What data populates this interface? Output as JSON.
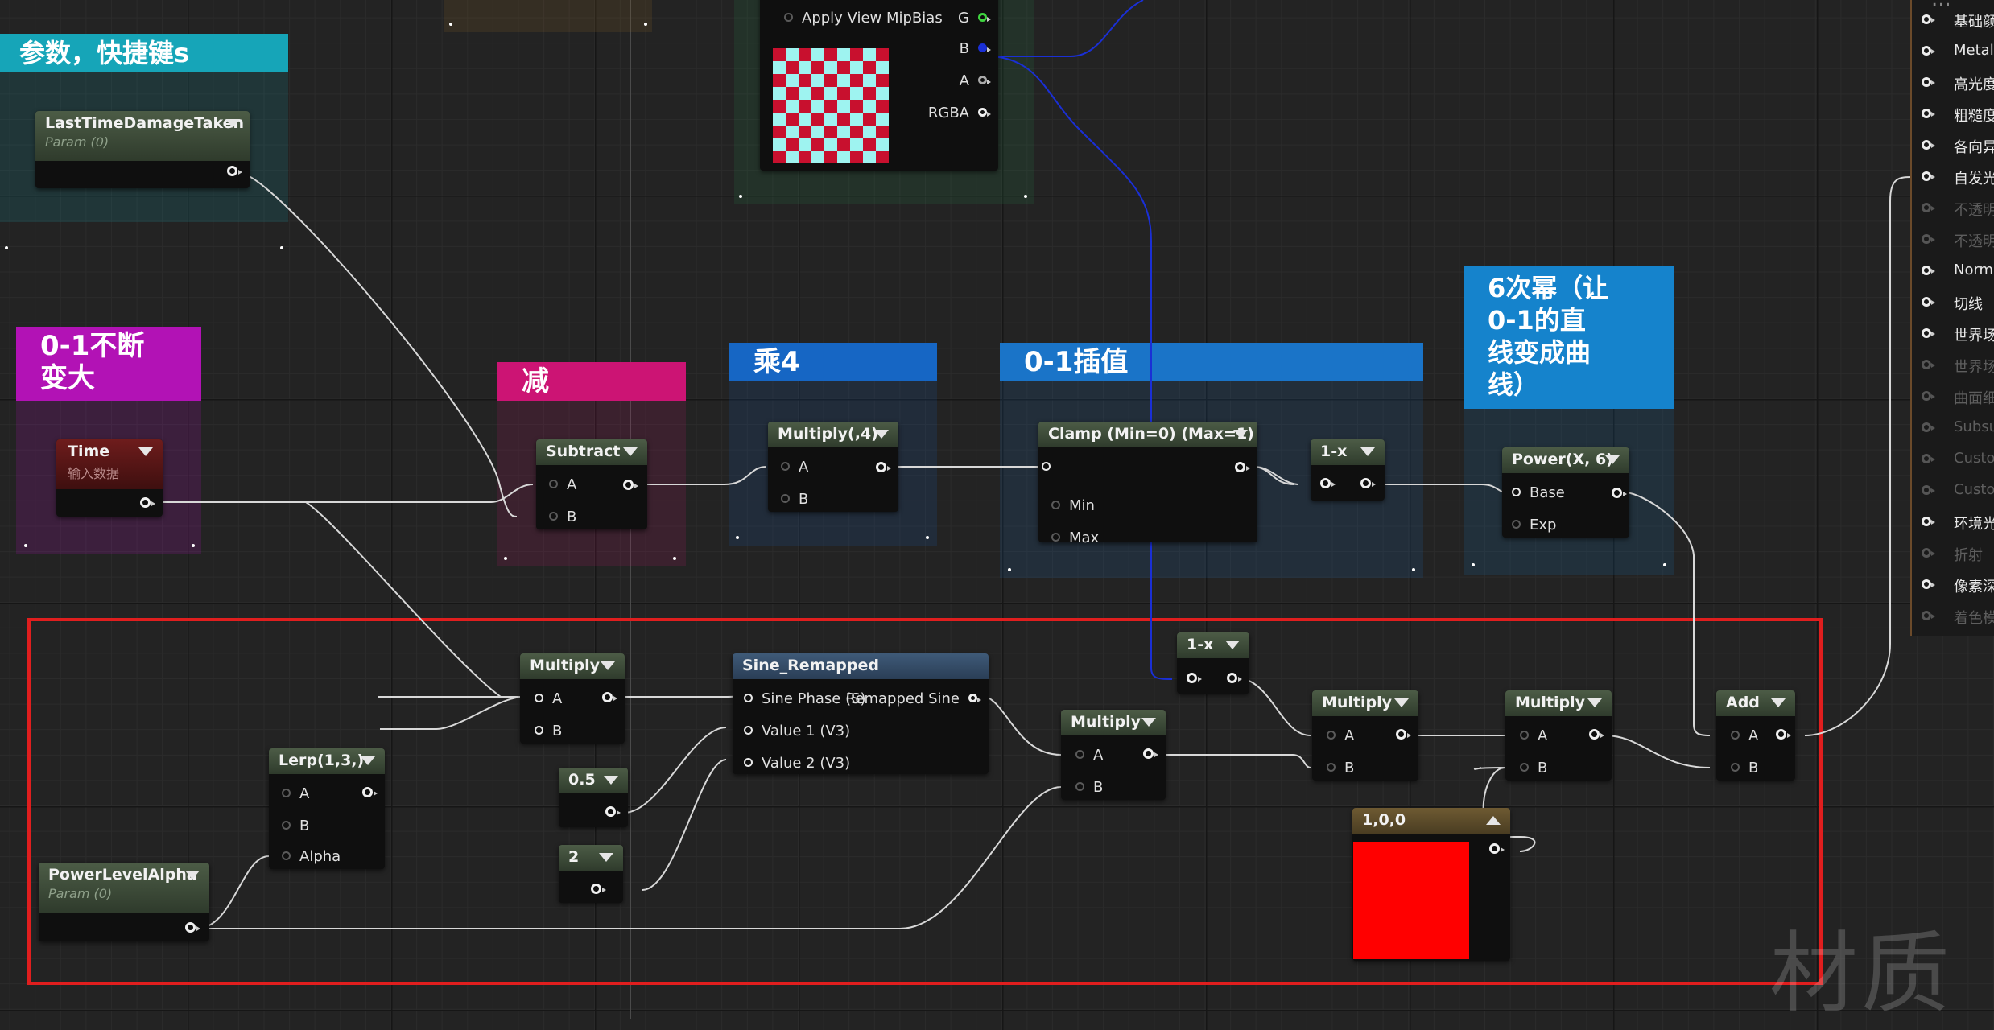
{
  "comments": {
    "params": {
      "title": "参数，快捷键s",
      "color": "#16a5b8"
    },
    "time_up": {
      "title": "0-1不断\n变大",
      "color": "#b212b5"
    },
    "subtract": {
      "title": "减",
      "color": "#cc1474"
    },
    "mul4": {
      "title": "乘4",
      "color": "#1666c4"
    },
    "lerp01": {
      "title": "0-1插值",
      "color": "#1a74c8"
    },
    "power6": {
      "title": "6次幂（让\n0-1的直\n线变成曲\n线）",
      "color": "#1583cc"
    }
  },
  "nodes": {
    "last_damage": {
      "title": "LastTimeDamageTaken",
      "sub": "Param (0)"
    },
    "time": {
      "title": "Time",
      "sub": "输入数据"
    },
    "subtract": {
      "title": "Subtract",
      "pin_a": "A",
      "pin_b": "B"
    },
    "multiply4": {
      "title": "Multiply(,4)",
      "pin_a": "A",
      "pin_b": "B"
    },
    "clamp": {
      "title": "Clamp (Min=0) (Max=1)",
      "pin_min": "Min",
      "pin_max": "Max"
    },
    "one_minus_top": {
      "title": "1-x"
    },
    "power": {
      "title": "Power(X, 6)",
      "pin_base": "Base",
      "pin_exp": "Exp"
    },
    "texture": {
      "pin_mip": "Apply View MipBias",
      "pin_g": "G",
      "pin_b": "B",
      "pin_a": "A",
      "pin_rgba": "RGBA"
    },
    "multiply_a": {
      "title": "Multiply",
      "pin_a": "A",
      "pin_b": "B"
    },
    "sine": {
      "title": "Sine_Remapped",
      "pin_phase": "Sine Phase (S)",
      "out": "Remapped Sine",
      "pin_v1": "Value 1 (V3)",
      "pin_v2": "Value 2 (V3)"
    },
    "lerp": {
      "title": "Lerp(1,3,)",
      "pin_a": "A",
      "pin_b": "B",
      "pin_alpha": "Alpha"
    },
    "const_05": {
      "title": "0.5"
    },
    "const_2": {
      "title": "2"
    },
    "power_level": {
      "title": "PowerLevelAlpha",
      "sub": "Param (0)"
    },
    "multiply_b": {
      "title": "Multiply",
      "pin_a": "A",
      "pin_b": "B"
    },
    "one_minus_bot": {
      "title": "1-x"
    },
    "multiply_c": {
      "title": "Multiply",
      "pin_a": "A",
      "pin_b": "B"
    },
    "multiply_d": {
      "title": "Multiply",
      "pin_a": "A",
      "pin_b": "B"
    },
    "color_const": {
      "title": "1,0,0",
      "swatch": "#ff0000"
    },
    "add": {
      "title": "Add",
      "pin_a": "A",
      "pin_b": "B"
    }
  },
  "material_panel": {
    "title": "...",
    "items": [
      {
        "label": "基础颜色",
        "enabled": true
      },
      {
        "label": "Metallic",
        "enabled": true
      },
      {
        "label": "高光度",
        "enabled": true
      },
      {
        "label": "粗糙度",
        "enabled": true
      },
      {
        "label": "各向异性",
        "enabled": true
      },
      {
        "label": "自发光颜色",
        "enabled": true
      },
      {
        "label": "不透明度",
        "enabled": false
      },
      {
        "label": "不透明蒙版",
        "enabled": false
      },
      {
        "label": "Normal",
        "enabled": true
      },
      {
        "label": "切线",
        "enabled": true
      },
      {
        "label": "世界场景位置偏移",
        "enabled": true
      },
      {
        "label": "世界场景位移",
        "enabled": false
      },
      {
        "label": "曲面细分",
        "enabled": false
      },
      {
        "label": "Subsurface",
        "enabled": false
      },
      {
        "label": "Custom",
        "enabled": false
      },
      {
        "label": "Custom",
        "enabled": false
      },
      {
        "label": "环境光遮挡",
        "enabled": true
      },
      {
        "label": "折射",
        "enabled": false
      },
      {
        "label": "像素深度偏移",
        "enabled": true
      },
      {
        "label": "着色模型",
        "enabled": false
      }
    ]
  },
  "watermark": "材质",
  "colors": {
    "wire": "#d8d8d8",
    "wire_blue": "#1a2fd6",
    "selection": "#e01e1e"
  }
}
